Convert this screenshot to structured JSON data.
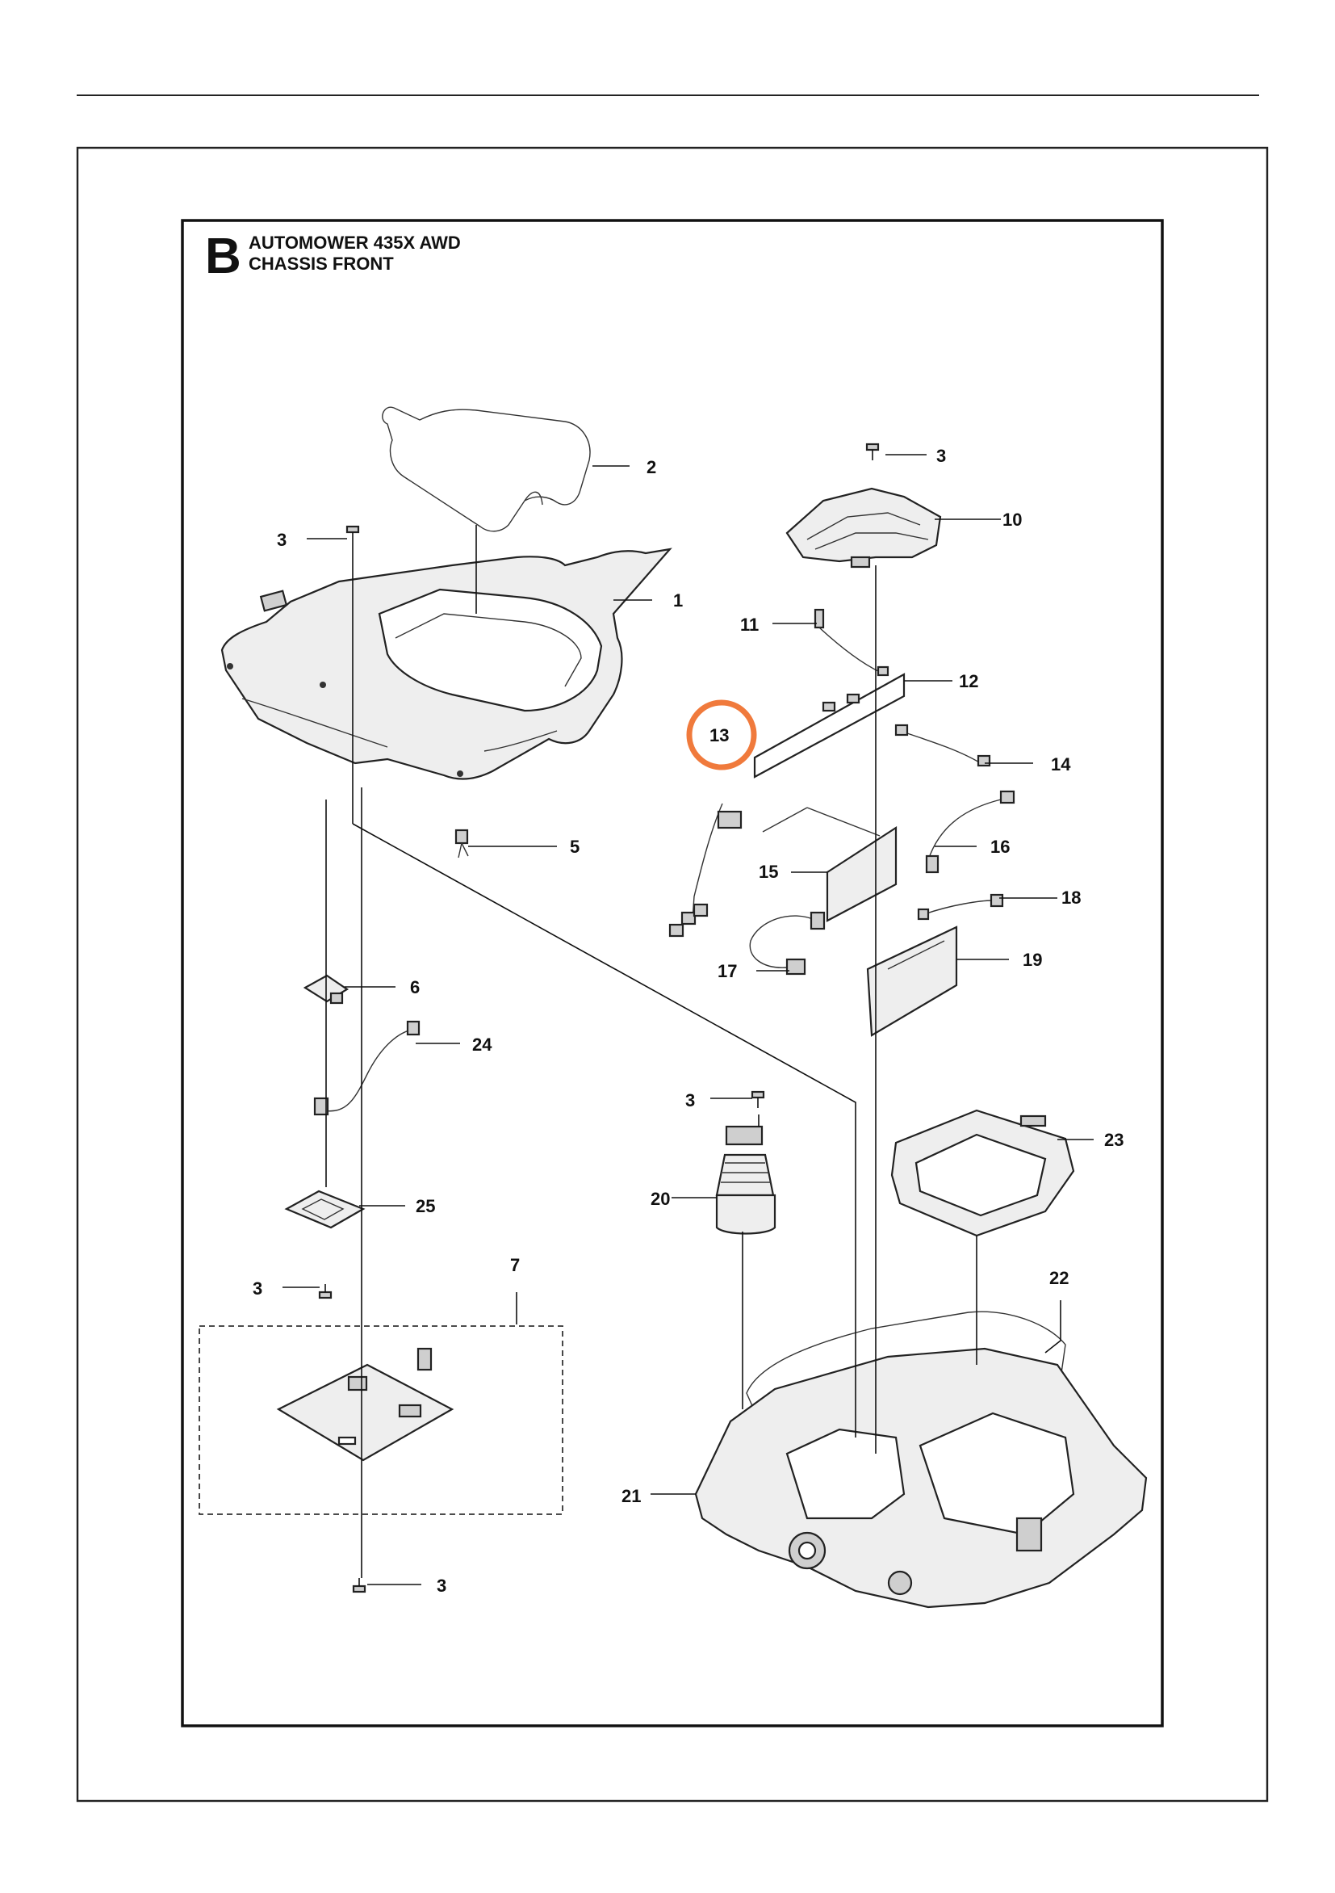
{
  "diagram": {
    "section_letter": "B",
    "title_line1": "AUTOMOWER 435X AWD",
    "title_line2": "CHASSIS FRONT",
    "highlighted_callout": "13",
    "highlight_color": "#f07a3c",
    "callouts": {
      "c1": "1",
      "c2": "2",
      "c3a": "3",
      "c3b": "3",
      "c3c": "3",
      "c3d": "3",
      "c3e": "3",
      "c5": "5",
      "c6": "6",
      "c7": "7",
      "c10": "10",
      "c11": "11",
      "c12": "12",
      "c13": "13",
      "c14": "14",
      "c15": "15",
      "c16": "16",
      "c17": "17",
      "c18": "18",
      "c19": "19",
      "c20": "20",
      "c21": "21",
      "c22": "22",
      "c23": "23",
      "c24": "24",
      "c25": "25"
    }
  }
}
